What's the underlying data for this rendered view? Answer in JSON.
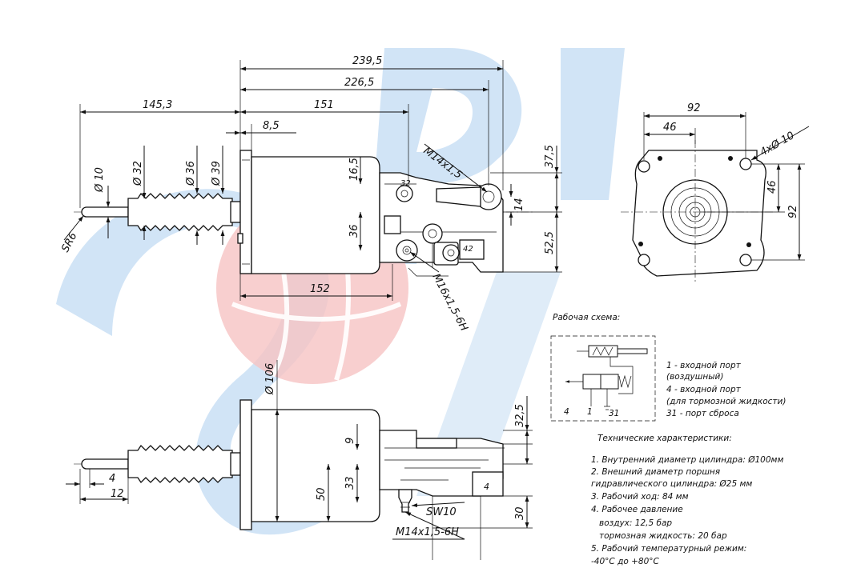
{
  "colors": {
    "watermark_blue": "#c9dff4",
    "watermark_red": "#f6c3c3",
    "line": "#111111"
  },
  "top_view": {
    "dims": {
      "d239_5": "239,5",
      "d226_5": "226,5",
      "d151": "151",
      "d145_3": "145,3",
      "d8_5": "8,5",
      "d152": "152",
      "d37_5": "37,5",
      "d52_5": "52,5",
      "d14": "14",
      "d16_5": "16,5",
      "d36": "36",
      "phi10": "Ø 10",
      "phi32": "Ø 32",
      "phi36": "Ø 36",
      "phi39": "Ø 39",
      "sr6": "SR6"
    },
    "threads": {
      "m14": "M14x1,5",
      "m16": "M16x1,5-6H"
    },
    "ports": {
      "p32": "32",
      "p42": "42"
    }
  },
  "end_view": {
    "dims": {
      "d92_top": "92",
      "d46_top": "46",
      "holes": "4xØ 10",
      "d46_side": "46",
      "d92_side": "92"
    }
  },
  "side_view": {
    "dims": {
      "phi106": "Ø 106",
      "d32_5": "32,5",
      "d9": "9",
      "d33": "33",
      "d50": "50",
      "d4": "4",
      "d12": "12",
      "d30": "30",
      "sw10": "SW10",
      "m14": "M14x1,5-6H"
    },
    "port4": "4"
  },
  "schema": {
    "title": "Рабочая схема:",
    "port_labels": {
      "p4": "4",
      "p1": "1",
      "p31": "31"
    },
    "legend": [
      "1 - входной порт",
      "(воздушный)",
      "4 - входной порт",
      "(для тормозной жидкости)",
      "31 - порт сброса"
    ]
  },
  "specs": {
    "title": "Технические характеристики:",
    "lines": [
      "1. Внутренний диаметр цилиндра: Ø100мм",
      "2. Внешний диаметр поршня",
      "гидравлического цилиндра: Ø25 мм",
      "3. Рабочий ход: 84 мм",
      "4. Рабочее давление",
      "воздух: 12,5 бар",
      "тормозная жидкость: 20 бар",
      "5. Рабочий температурный режим:",
      "-40°С до +80°С"
    ]
  }
}
